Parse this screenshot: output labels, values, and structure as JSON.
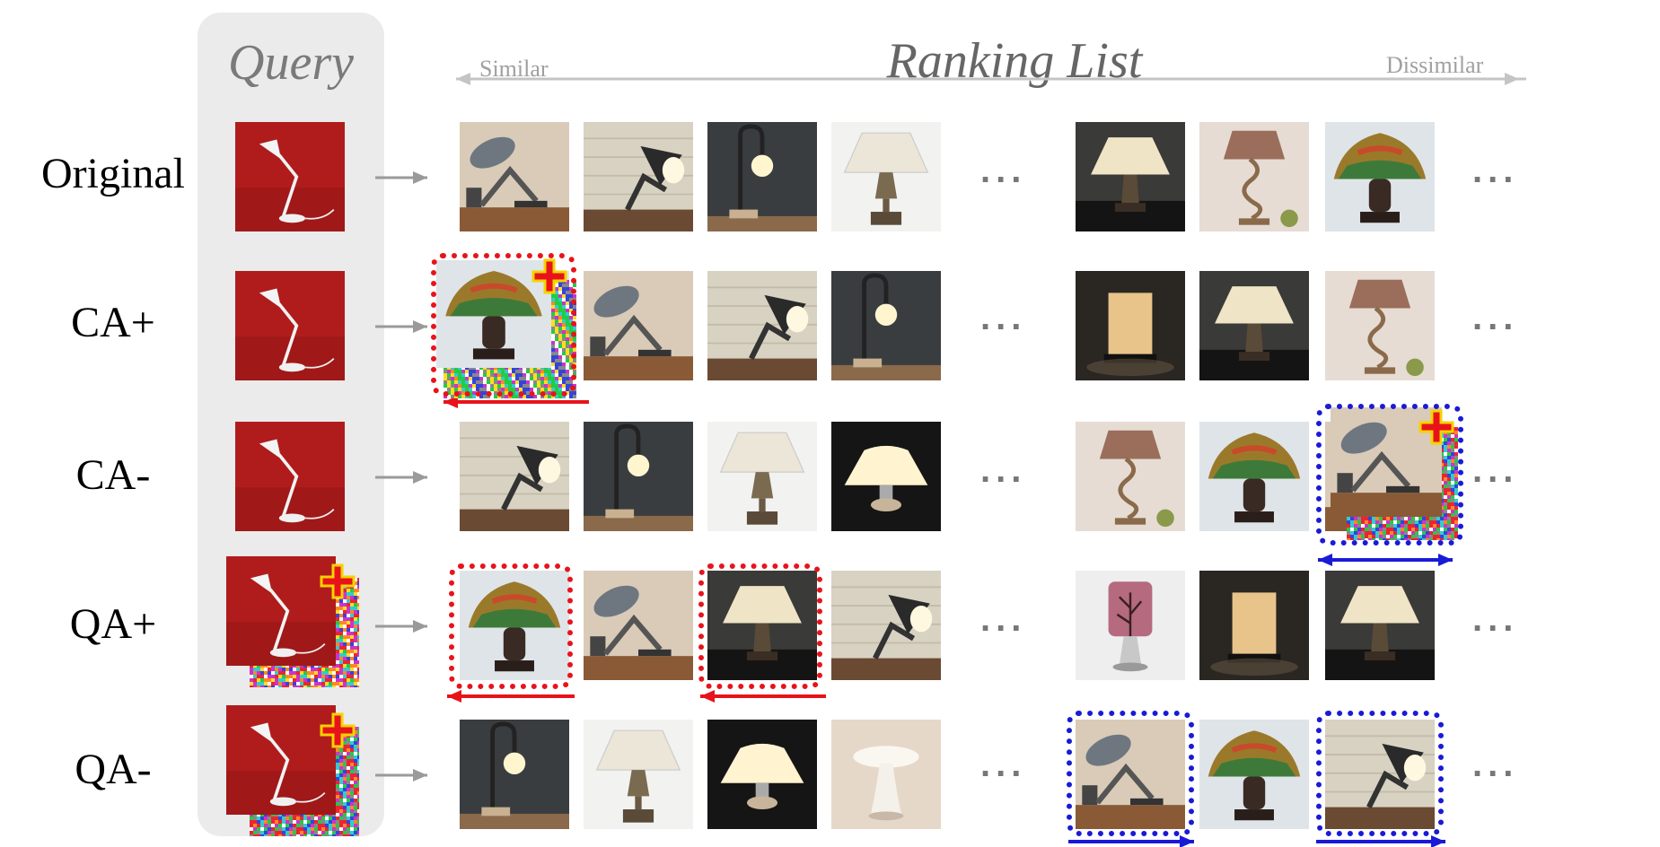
{
  "titles": {
    "query": "Query",
    "ranking": "Ranking List"
  },
  "axis_labels": {
    "similar": "Similar",
    "dissimilar": "Dissimilar"
  },
  "rows": [
    {
      "label": "Original",
      "ellipsis_left": "...",
      "ellipsis_right": "..."
    },
    {
      "label": "CA+",
      "ellipsis_left": "...",
      "ellipsis_right": "..."
    },
    {
      "label": "CA-",
      "ellipsis_left": "...",
      "ellipsis_right": "..."
    },
    {
      "label": "QA+",
      "ellipsis_left": "...",
      "ellipsis_right": "..."
    },
    {
      "label": "QA-",
      "ellipsis_left": "...",
      "ellipsis_right": "..."
    }
  ],
  "colors": {
    "promote": "#e8131a",
    "demote": "#1a1ad6",
    "plus_fill": "#e8131a",
    "plus_outline": "#f5d200",
    "query_panel": "#ebebeb",
    "arrow_gray": "#9a9a9a"
  }
}
